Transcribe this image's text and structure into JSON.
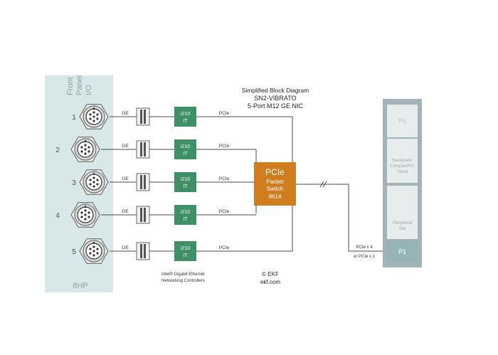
{
  "panel": {
    "header": [
      "Front",
      "Panel",
      "I/O"
    ],
    "ports": [
      "1",
      "2",
      "3",
      "4",
      "5"
    ],
    "footer": "8HP"
  },
  "title": {
    "line1": "Simplified Block Diagram",
    "line2": "SN2-VIBRATO",
    "line3": "5-Port M12 GE NIC"
  },
  "links": {
    "ge_label": "GE",
    "pcie_label": "PCIe",
    "uplink_1": "PCIe x 4",
    "uplink_2": "or PCIe x 1"
  },
  "controller": {
    "line1": "i210",
    "line2": "IT"
  },
  "switch": {
    "line1": "PCIe",
    "line2": "Packet",
    "line3": "Switch",
    "line4": "8614"
  },
  "backplane": {
    "p6": "P6",
    "cpci": [
      "Backplane",
      "CompactPCI",
      "Serial"
    ],
    "peripheral": [
      "Peripheral",
      "Slot"
    ],
    "p1": "P1"
  },
  "notes": {
    "controllers_1": "Intel® Gigabit Ethernet",
    "controllers_2": "Networking Controllers",
    "copyright": "© EKF",
    "website": "ekf.com"
  },
  "colors": {
    "panel_bg": "#d8e8e8",
    "panel_text": "#8aa3a5",
    "controller": "#3f8f67",
    "switch": "#cf7d1f",
    "rack": "#a2b4b8",
    "p1": "#96b3b6",
    "slot": "#e7eded",
    "line": "#4b4b4b"
  }
}
